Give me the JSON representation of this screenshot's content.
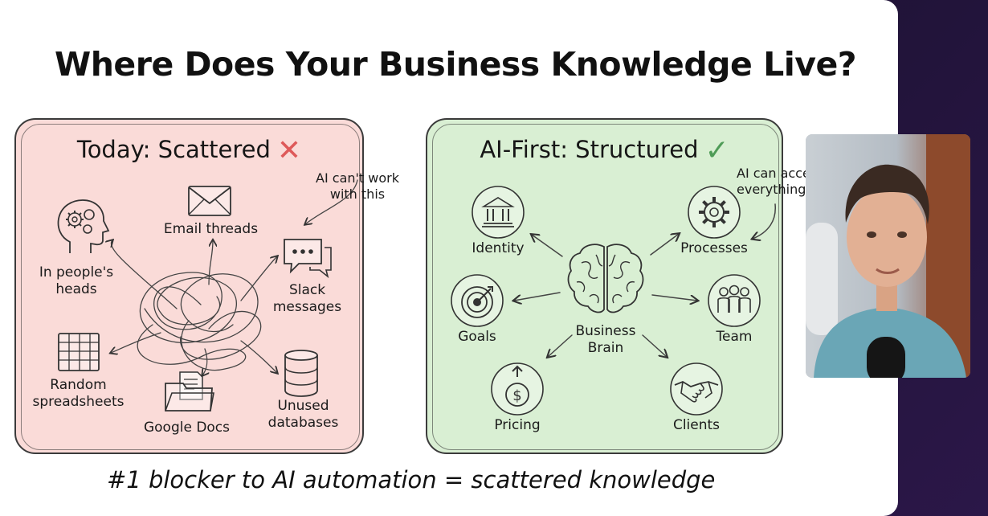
{
  "slide": {
    "title": "Where Does Your Business Knowledge Live?",
    "footer": "#1 blocker to AI automation = scattered knowledge"
  },
  "today": {
    "title": "Today: Scattered",
    "mark": "✕",
    "note": "AI can't work\nwith this",
    "sources": [
      {
        "label": "Email threads",
        "icon": "envelope-icon"
      },
      {
        "label": "In people's\nheads",
        "icon": "head-gears-icon"
      },
      {
        "label": "Slack\nmessages",
        "icon": "chat-bubbles-icon"
      },
      {
        "label": "Random\nspreadsheets",
        "icon": "spreadsheet-icon"
      },
      {
        "label": "Google Docs",
        "icon": "folder-docs-icon"
      },
      {
        "label": "Unused\ndatabases",
        "icon": "database-icon"
      }
    ]
  },
  "ai_first": {
    "title": "AI-First: Structured",
    "mark": "✓",
    "note": "AI can acce\neverything",
    "center": {
      "label": "Business\nBrain",
      "icon": "brain-icon"
    },
    "nodes": [
      {
        "label": "Identity",
        "icon": "bank-icon"
      },
      {
        "label": "Processes",
        "icon": "gear-icon"
      },
      {
        "label": "Goals",
        "icon": "target-icon"
      },
      {
        "label": "Team",
        "icon": "team-icon"
      },
      {
        "label": "Pricing",
        "icon": "dollar-icon"
      },
      {
        "label": "Clients",
        "icon": "handshake-icon"
      }
    ]
  },
  "colors": {
    "scattered_bg": "#fadbd8",
    "structured_bg": "#d9efd3",
    "x_mark": "#de5959",
    "check_mark": "#4f9c57"
  }
}
